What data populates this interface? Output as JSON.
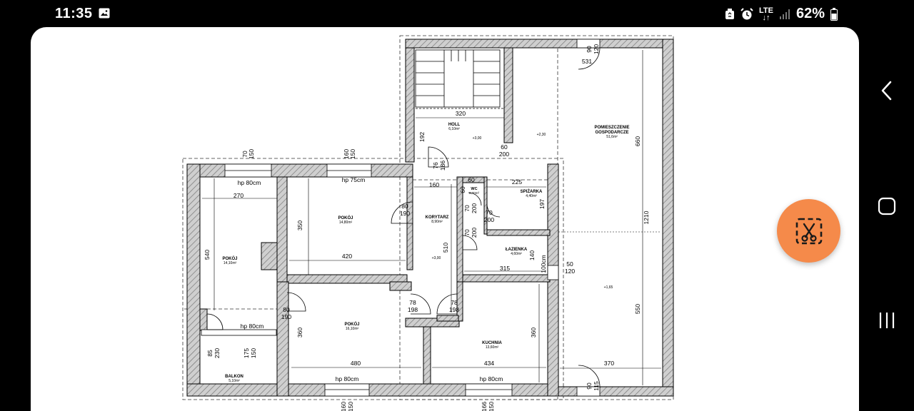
{
  "status_bar": {
    "time": "11:35",
    "network": "LTE",
    "battery": "62%",
    "icons": [
      "gallery-icon",
      "recycle-icon",
      "alarm-icon",
      "lte-icon",
      "signal-icon",
      "battery-icon"
    ]
  },
  "floor_plan": {
    "rooms": [
      {
        "name": "HOLL",
        "area": "6,10m²"
      },
      {
        "name": "POMIESZCZENIE",
        "name2": "GOSPODARCZE",
        "area": "51,6m²"
      },
      {
        "name": "WC",
        "area": "0,70m²"
      },
      {
        "name": "SPIŻARKA",
        "area": "4,40m²"
      },
      {
        "name": "KORYTARZ",
        "area": "8,90m²"
      },
      {
        "name": "POKÓJ",
        "area": "14,80m²"
      },
      {
        "name": "POKÓJ",
        "area": "14,10m²"
      },
      {
        "name": "ŁAZIENKA",
        "area": "4,60m²"
      },
      {
        "name": "POKÓJ",
        "area": "16,10m²"
      },
      {
        "name": "KUCHNIA",
        "area": "13,60m²"
      },
      {
        "name": "BALKON",
        "area": "5,10m²"
      }
    ],
    "levels": [
      "+3,00",
      "+2,30",
      "+3,00",
      "+1,65"
    ],
    "dims": {
      "d320": "320",
      "d192": "192",
      "d60": "60",
      "d200": "200",
      "d90": "90",
      "d120": "120",
      "d531": "531",
      "d660": "660",
      "d1210": "1210",
      "d550": "550",
      "d370": "370",
      "d115": "115",
      "d70": "70",
      "d150": "150",
      "d160": "160",
      "d186": "186",
      "d76": "76",
      "d270": "270",
      "d540": "540",
      "d350": "350",
      "d420": "420",
      "d80": "80",
      "d190": "190",
      "d510": "510",
      "d225": "225",
      "d197": "197",
      "d140": "140",
      "d315": "315",
      "d100cm": "100cm",
      "d50": "50",
      "d78": "78",
      "d198": "198",
      "d360": "360",
      "d480": "480",
      "d434": "434",
      "d85": "85",
      "d230": "230",
      "d175": "175",
      "d166": "166"
    },
    "windows": {
      "hp80": "hp 80cm",
      "hp75": "hp 75cm"
    }
  },
  "fab": {
    "icon": "crop-scissors-icon"
  },
  "nav": {
    "icons": [
      "back-icon",
      "home-icon",
      "recents-icon"
    ]
  },
  "colors": {
    "wall": "#c8c8c8",
    "fab": "#f58a4a",
    "bar": "#000000"
  }
}
